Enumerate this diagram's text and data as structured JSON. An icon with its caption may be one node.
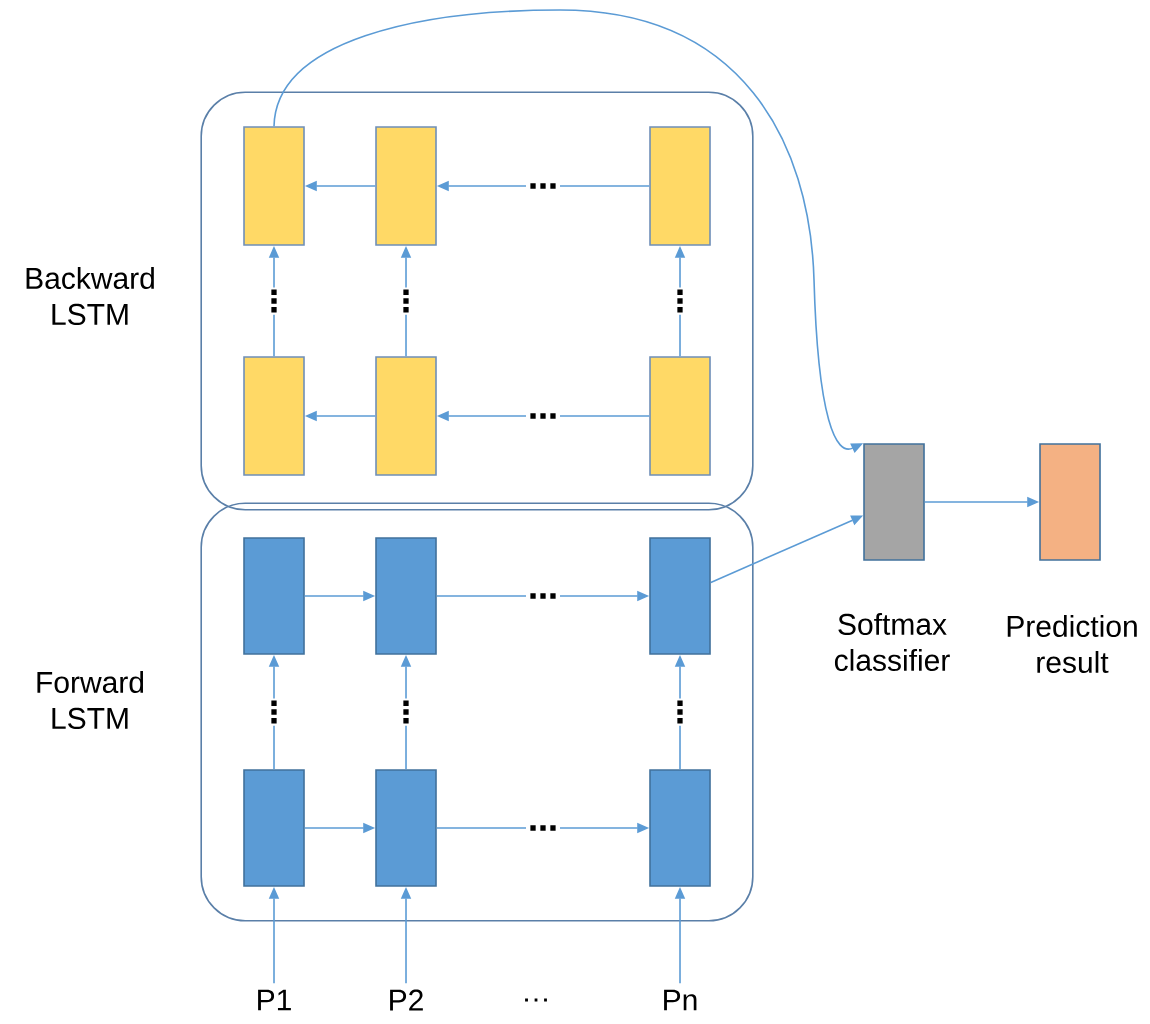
{
  "diagram": {
    "nodes": [
      {
        "text": [
          "Backward LSTM"
        ]
      },
      {
        "text": [],
        "shape": "box",
        "in": 0
      },
      {
        "text": [],
        "shape": "box",
        "in": 0
      },
      {
        "text": [],
        "shape": "box",
        "in": 0
      },
      {
        "text": [],
        "shape": "box",
        "in": 0
      },
      {
        "text": [],
        "shape": "box",
        "in": 0
      },
      {
        "text": [],
        "shape": "box",
        "in": 0
      },
      {
        "text": [
          "Forward LSTM"
        ]
      },
      {
        "text": [],
        "shape": "box",
        "in": 7
      },
      {
        "text": [],
        "shape": "box",
        "in": 7
      },
      {
        "text": [],
        "shape": "box",
        "in": 7
      },
      {
        "text": [],
        "shape": "box",
        "in": 7
      },
      {
        "text": [],
        "shape": "box",
        "in": 7
      },
      {
        "text": [],
        "shape": "box",
        "in": 7
      },
      {
        "text": [],
        "shape": "box",
        "beside": [
          "Softmax classifier"
        ]
      },
      {
        "text": [],
        "shape": "box",
        "beside": [
          "Prediction result"
        ]
      },
      {
        "text": [
          "P1"
        ]
      },
      {
        "text": [
          "P2"
        ]
      },
      {
        "text": [
          "Pn"
        ]
      }
    ],
    "edges": [
      {
        "from": 3,
        "to": 2,
        "arrow": "to",
        "label": "…"
      },
      {
        "from": 2,
        "to": 1,
        "arrow": "to"
      },
      {
        "from": 6,
        "to": 5,
        "arrow": "to",
        "label": "…"
      },
      {
        "from": 5,
        "to": 4,
        "arrow": "to"
      },
      {
        "from": 4,
        "to": 1,
        "arrow": "to",
        "label": "⋮"
      },
      {
        "from": 5,
        "to": 2,
        "arrow": "to",
        "label": "⋮"
      },
      {
        "from": 6,
        "to": 3,
        "arrow": "to",
        "label": "⋮"
      },
      {
        "from": 8,
        "to": 9,
        "arrow": "to"
      },
      {
        "from": 9,
        "to": 10,
        "arrow": "to",
        "label": "…"
      },
      {
        "from": 11,
        "to": 12,
        "arrow": "to"
      },
      {
        "from": 12,
        "to": 13,
        "arrow": "to",
        "label": "…"
      },
      {
        "from": 11,
        "to": 8,
        "arrow": "to",
        "label": "⋮"
      },
      {
        "from": 12,
        "to": 9,
        "arrow": "to",
        "label": "⋮"
      },
      {
        "from": 13,
        "to": 10,
        "arrow": "to",
        "label": "⋮"
      },
      {
        "from": 1,
        "to": 14,
        "arrow": "to"
      },
      {
        "from": 10,
        "to": 14,
        "arrow": "to"
      },
      {
        "from": 14,
        "to": 15,
        "arrow": "to"
      },
      {
        "from": 16,
        "to": 11,
        "arrow": "to"
      },
      {
        "from": 17,
        "to": 12,
        "arrow": "to"
      },
      {
        "from": 18,
        "to": 13,
        "arrow": "to"
      }
    ],
    "labels": [
      "…"
    ]
  }
}
